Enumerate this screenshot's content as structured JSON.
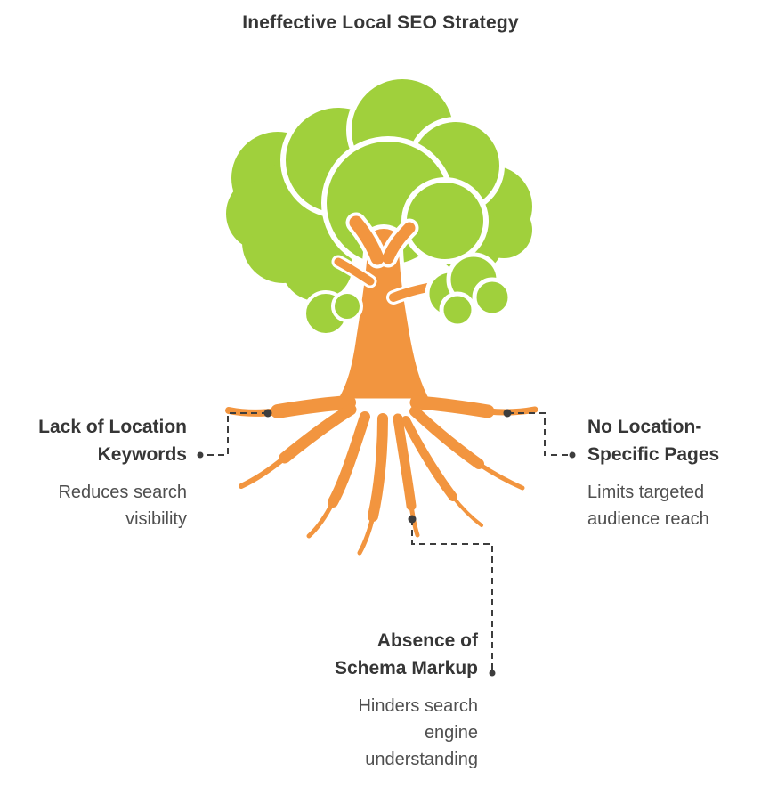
{
  "title": "Ineffective Local SEO Strategy",
  "colors": {
    "canopy_green": "#A0D03C",
    "trunk_orange": "#F2953F",
    "heading_text": "#363636",
    "description_text": "#4F4F4F",
    "connector": "#3D3D3D",
    "background": "#FFFFFF"
  },
  "callouts": {
    "left": {
      "heading": "Lack of Location Keywords",
      "heading_lines": [
        "Lack of Location",
        "Keywords"
      ],
      "description": "Reduces search visibility",
      "description_lines": [
        "Reduces search",
        "visibility"
      ]
    },
    "right": {
      "heading": "No Location-Specific Pages",
      "heading_lines": [
        "No Location-",
        "Specific Pages"
      ],
      "description": "Limits targeted audience reach",
      "description_lines": [
        "Limits targeted",
        "audience reach"
      ]
    },
    "bottom": {
      "heading": "Absence of Schema Markup",
      "heading_lines": [
        "Absence of",
        "Schema Markup"
      ],
      "description": "Hinders search engine understanding",
      "description_lines": [
        "Hinders search",
        "engine",
        "understanding"
      ]
    }
  }
}
